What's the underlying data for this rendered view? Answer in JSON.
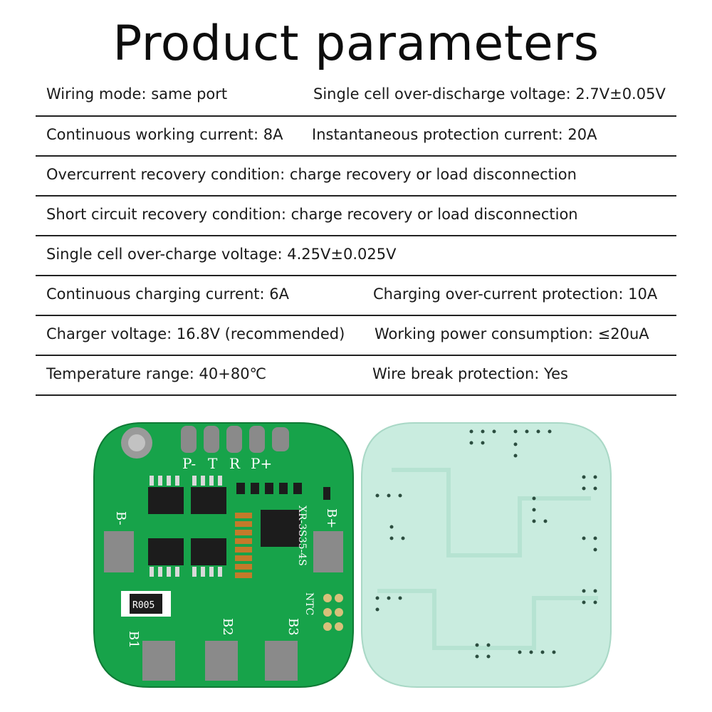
{
  "title": "Product parameters",
  "rows": [
    {
      "left": "Wiring mode: same port",
      "right": "Single cell over-discharge voltage: 2.7V±0.05V"
    },
    {
      "left": "Continuous working current: 8A",
      "right": "Instantaneous protection current: 20A"
    },
    {
      "left": "Overcurrent recovery condition: charge recovery or load disconnection",
      "right": ""
    },
    {
      "left": "Short circuit recovery condition: charge recovery or load disconnection",
      "right": ""
    },
    {
      "left": "Single cell over-charge voltage: 4.25V±0.025V",
      "right": ""
    },
    {
      "left": "Continuous charging current: 6A",
      "right": "Charging over-current protection: 10A"
    },
    {
      "left": "Charger voltage: 16.8V (recommended)",
      "right": "Working power consumption: ≤20uA"
    },
    {
      "left": "Temperature range: 40+80℃",
      "right": "Wire break protection: Yes"
    }
  ],
  "board": {
    "pad_labels": [
      "P-",
      "T",
      "R",
      "P+"
    ],
    "side_labels": {
      "b_minus": "B-",
      "b_plus": "B+",
      "b1": "B1",
      "b2": "B2",
      "b3": "B3",
      "ntc": "NTC"
    },
    "model": "XR-3S35-4S",
    "resistor": "R005",
    "colors": {
      "pcb_front": "#17a34a",
      "pcb_back": "#c9ecdf",
      "pad": "#8a8a8a"
    }
  }
}
